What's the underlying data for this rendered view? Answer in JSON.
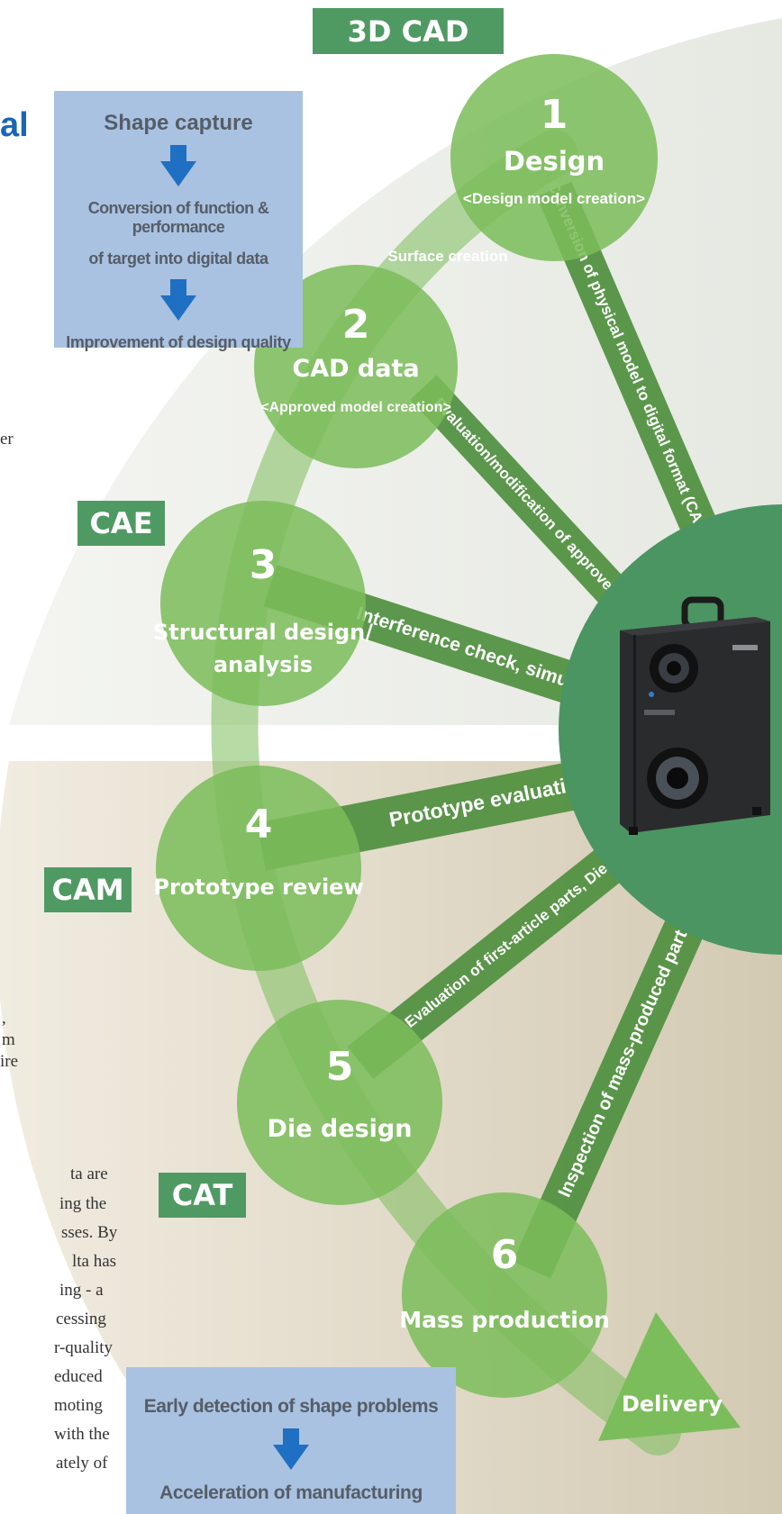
{
  "colors": {
    "circle": "#7cbd5b",
    "path": "#5e9c4a",
    "hub": "#4b9562",
    "tag": "#4f9a63",
    "box": "#a9c2e2",
    "arrow": "#1f6fc3"
  },
  "tags": {
    "cad3d": "3D CAD",
    "cae": "CAE",
    "cam": "CAM",
    "cat": "CAT"
  },
  "top_box": {
    "line1": "Shape capture",
    "line2": "Conversion of function & performance",
    "line3": "of target into digital data",
    "line4": "Improvement of design quality"
  },
  "bottom_box": {
    "line1": "Early detection of shape problems",
    "line2": "Acceleration of manufacturing"
  },
  "stages": [
    {
      "num": "1",
      "title": "Design",
      "sub": "<Design model creation>"
    },
    {
      "num": "2",
      "title": "CAD data",
      "sub": "<Approved model creation>"
    },
    {
      "num": "3",
      "title": "Structural design/",
      "title2": "analysis"
    },
    {
      "num": "4",
      "title": "Prototype review"
    },
    {
      "num": "5",
      "title": "Die design"
    },
    {
      "num": "6",
      "title": "Mass production"
    }
  ],
  "delivery": "Delivery",
  "surface": "Surface creation",
  "spokes": {
    "s1": "Conversion of physical model to digital format (CAD model)",
    "s2": "Evaluation/modification of approved model",
    "s3": "Interference check, simulation",
    "s4": "Prototype evaluation",
    "s5": "Evaluation of first-article parts, Die approval",
    "s6": "Inspection of mass-produced parts"
  },
  "fragments": [
    "al",
    "er",
    ",",
    "m",
    "ire",
    "ta are",
    "ing the",
    "sses. By",
    "lta  has",
    "ing - a",
    "cessing",
    "r-quality",
    "educed",
    "moting",
    "with the",
    "ately of"
  ]
}
